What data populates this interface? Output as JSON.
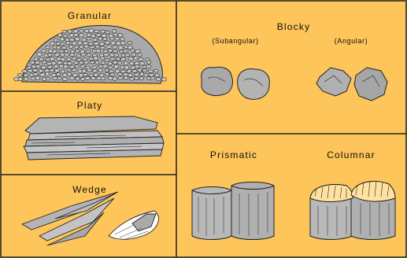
{
  "diagram": {
    "background_color": "#fdc55a",
    "border_color": "#222222",
    "specimen_fill": "#b9b9b9",
    "specimen_stroke": "#222222",
    "panels": {
      "granular": {
        "label": "Granular"
      },
      "platy": {
        "label": "Platy"
      },
      "wedge": {
        "label": "Wedge"
      },
      "blocky": {
        "label": "Blocky",
        "subtypes": [
          "(Subangular)",
          "(Angular)"
        ]
      },
      "prismatic": {
        "label": "Prismatic"
      },
      "columnar": {
        "label": "Columnar"
      }
    }
  }
}
